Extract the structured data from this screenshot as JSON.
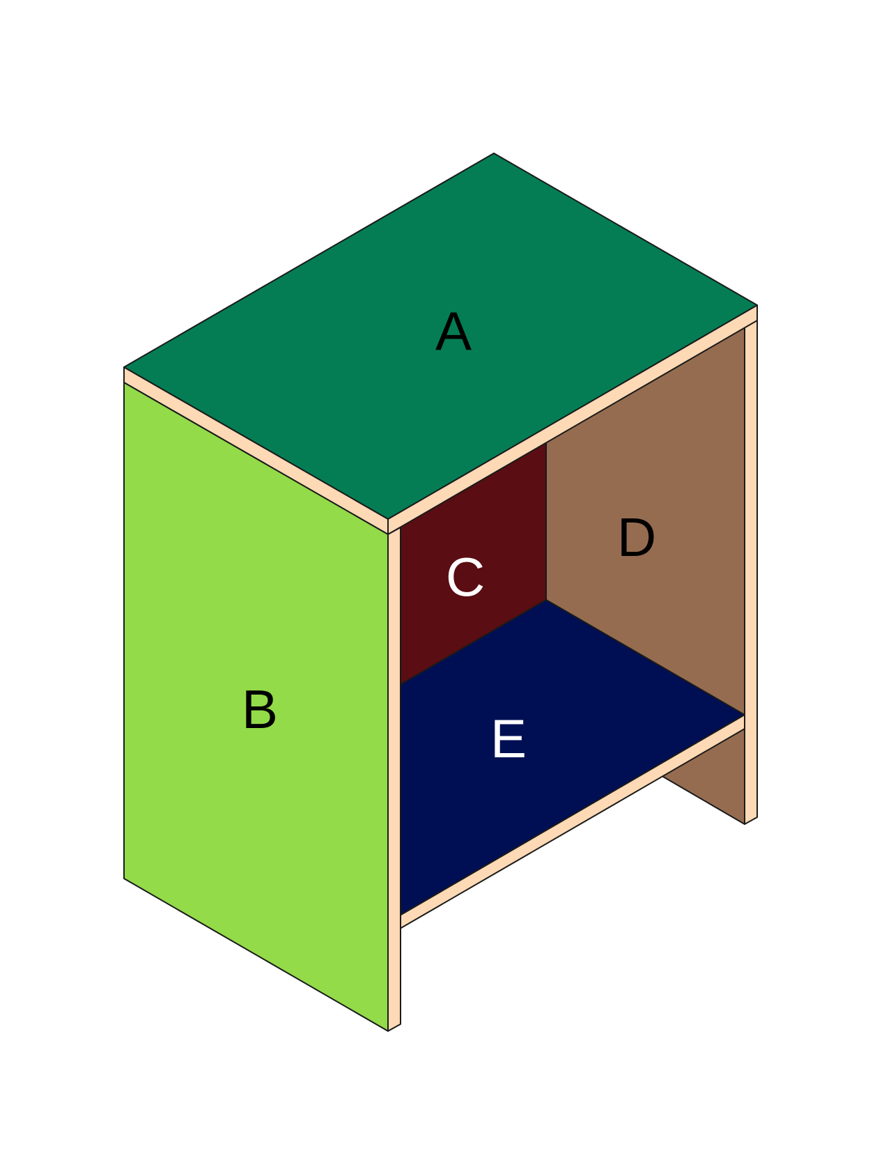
{
  "diagram": {
    "colors": {
      "background": "#ffffff",
      "edge_wood": "#fdd9b5",
      "outline": "#1a1a1a"
    },
    "panels": [
      {
        "id": "A",
        "label": "A",
        "fill": "#047d55",
        "text_color": "#000000"
      },
      {
        "id": "B",
        "label": "B",
        "fill": "#93db49",
        "text_color": "#000000"
      },
      {
        "id": "C",
        "label": "C",
        "fill": "#5a0d12",
        "text_color": "#ffffff"
      },
      {
        "id": "D",
        "label": "D",
        "fill": "#966c50",
        "text_color": "#000000"
      },
      {
        "id": "E",
        "label": "E",
        "fill": "#000f53",
        "text_color": "#ffffff"
      }
    ]
  }
}
